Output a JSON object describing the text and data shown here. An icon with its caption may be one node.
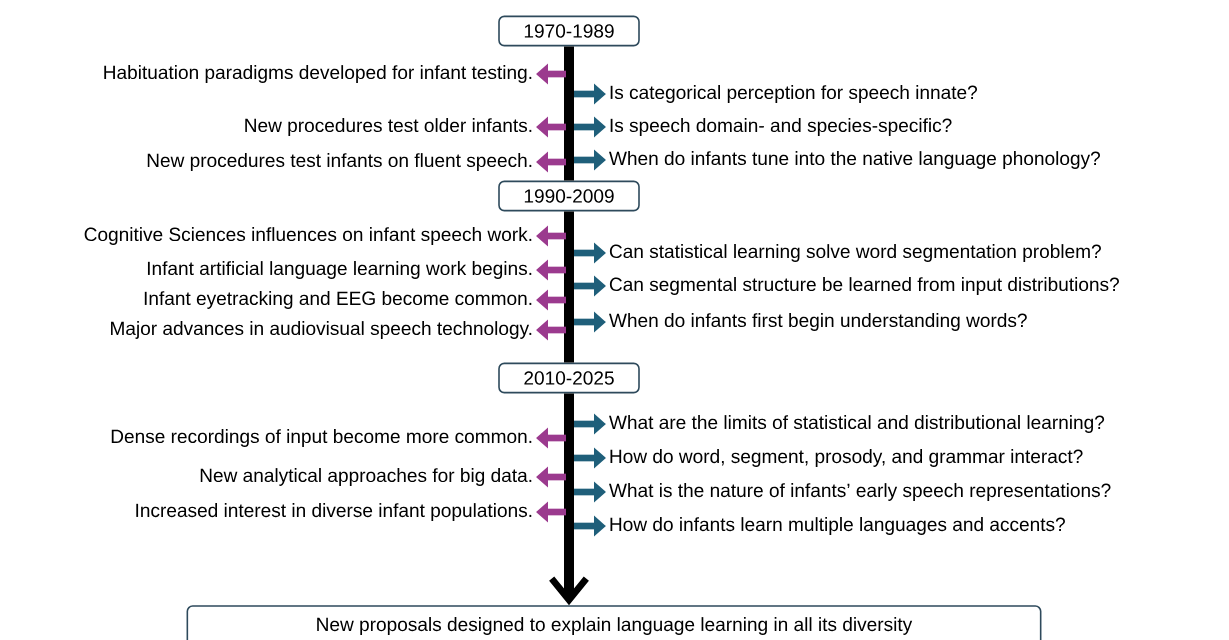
{
  "diagram": {
    "nodes": [
      {
        "text": [
          "1970-1989"
        ]
      },
      {
        "text": [
          "Habituation paradigms developed for infant testing."
        ]
      },
      {
        "text": [
          "New procedures test older infants."
        ]
      },
      {
        "text": [
          "New procedures test infants on fluent speech."
        ]
      },
      {
        "text": [
          "Is categorical perception for speech innate?"
        ]
      },
      {
        "text": [
          "Is speech domain- and species-specific?"
        ]
      },
      {
        "text": [
          "When do infants tune into the native language phonology?"
        ]
      },
      {
        "text": [
          "1990-2009"
        ]
      },
      {
        "text": [
          "Cognitive Sciences influences on infant speech work."
        ]
      },
      {
        "text": [
          "Infant artificial language learning work begins."
        ]
      },
      {
        "text": [
          "Infant eyetracking and EEG become common."
        ]
      },
      {
        "text": [
          "Major advances in audiovisual speech technology."
        ]
      },
      {
        "text": [
          "Can statistical learning solve word segmentation problem?"
        ]
      },
      {
        "text": [
          "Can segmental structure be learned from input distributions?"
        ]
      },
      {
        "text": [
          "When do infants first begin understanding words?"
        ]
      },
      {
        "text": [
          "2010-2025"
        ]
      },
      {
        "text": [
          "Dense recordings of input become more common."
        ]
      },
      {
        "text": [
          "New analytical approaches for big data."
        ]
      },
      {
        "text": [
          "Increased interest in diverse infant populations."
        ]
      },
      {
        "text": [
          "What are the limits of statistical and distributional learning?"
        ]
      },
      {
        "text": [
          "How do word, segment, prosody, and grammar interact?"
        ]
      },
      {
        "text": [
          "What is the nature of infants’ early speech representations?"
        ]
      },
      {
        "text": [
          "How do infants learn multiple languages and accents?"
        ]
      },
      {
        "text": [
          "New proposals designed to explain language learning in all its diversity"
        ]
      }
    ],
    "edges": [
      {
        "from": 0,
        "to": 7,
        "arrow": "none",
        "color": "#000000"
      },
      {
        "from": 7,
        "to": 15,
        "arrow": "none",
        "color": "#000000"
      },
      {
        "from": 15,
        "to": 23,
        "arrow": "to",
        "color": "#000000"
      },
      {
        "from": null,
        "to": 1,
        "arrow": "to",
        "color": "#9b3a8e"
      },
      {
        "from": null,
        "to": 2,
        "arrow": "to",
        "color": "#9b3a8e"
      },
      {
        "from": null,
        "to": 3,
        "arrow": "to",
        "color": "#9b3a8e"
      },
      {
        "from": null,
        "to": 4,
        "arrow": "to",
        "color": "#1f5f7a"
      },
      {
        "from": null,
        "to": 5,
        "arrow": "to",
        "color": "#1f5f7a"
      },
      {
        "from": null,
        "to": 6,
        "arrow": "to",
        "color": "#1f5f7a"
      },
      {
        "from": null,
        "to": 8,
        "arrow": "to",
        "color": "#9b3a8e"
      },
      {
        "from": null,
        "to": 9,
        "arrow": "to",
        "color": "#9b3a8e"
      },
      {
        "from": null,
        "to": 10,
        "arrow": "to",
        "color": "#9b3a8e"
      },
      {
        "from": null,
        "to": 11,
        "arrow": "to",
        "color": "#9b3a8e"
      },
      {
        "from": null,
        "to": 12,
        "arrow": "to",
        "color": "#1f5f7a"
      },
      {
        "from": null,
        "to": 13,
        "arrow": "to",
        "color": "#1f5f7a"
      },
      {
        "from": null,
        "to": 14,
        "arrow": "to",
        "color": "#1f5f7a"
      },
      {
        "from": null,
        "to": 16,
        "arrow": "to",
        "color": "#9b3a8e"
      },
      {
        "from": null,
        "to": 17,
        "arrow": "to",
        "color": "#9b3a8e"
      },
      {
        "from": null,
        "to": 18,
        "arrow": "to",
        "color": "#9b3a8e"
      },
      {
        "from": null,
        "to": 19,
        "arrow": "to",
        "color": "#1f5f7a"
      },
      {
        "from": null,
        "to": 20,
        "arrow": "to",
        "color": "#1f5f7a"
      },
      {
        "from": null,
        "to": 21,
        "arrow": "to",
        "color": "#1f5f7a"
      },
      {
        "from": null,
        "to": 22,
        "arrow": "to",
        "color": "#1f5f7a"
      }
    ]
  }
}
